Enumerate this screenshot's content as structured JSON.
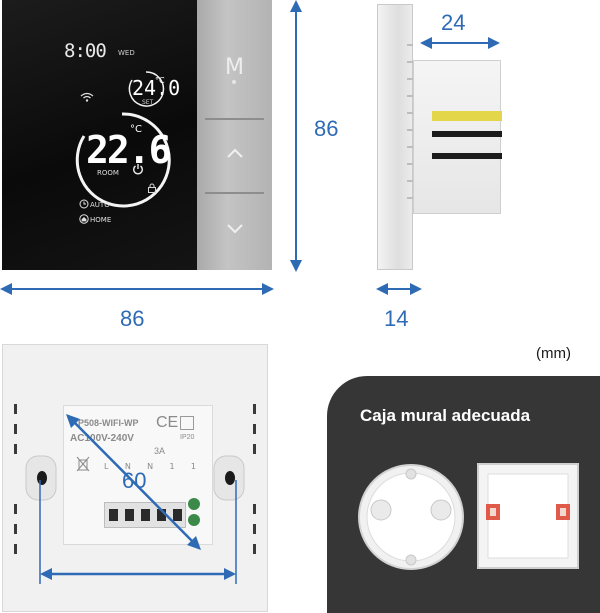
{
  "thermostat": {
    "clock": "8:00",
    "day": "WED",
    "set_temp": "24.0",
    "set_unit": "°C",
    "set_label": "SET",
    "current_temp": "22.6",
    "current_unit": "°C",
    "room_label": "ROOM",
    "auto_label": "AUTO",
    "home_label": "HOME",
    "menu_key": "M",
    "up_key": "^",
    "down_key": "v"
  },
  "dimensions": {
    "front_height": "86",
    "front_width": "86",
    "side_depth": "24",
    "side_plate": "14",
    "back_spacing": "60",
    "unit": "(mm)"
  },
  "back_label": {
    "model": "P508-WIFI-WP",
    "voltage": "AC100V-240V",
    "ce": "CE",
    "ip": "IP20",
    "current": "3A",
    "terminals": [
      "L",
      "N",
      "N",
      "1",
      "1"
    ]
  },
  "wall_box": {
    "title": "Caja mural adecuada"
  },
  "colors": {
    "dimension_blue": "#2f6bb5",
    "panel_dark": "#363636"
  }
}
